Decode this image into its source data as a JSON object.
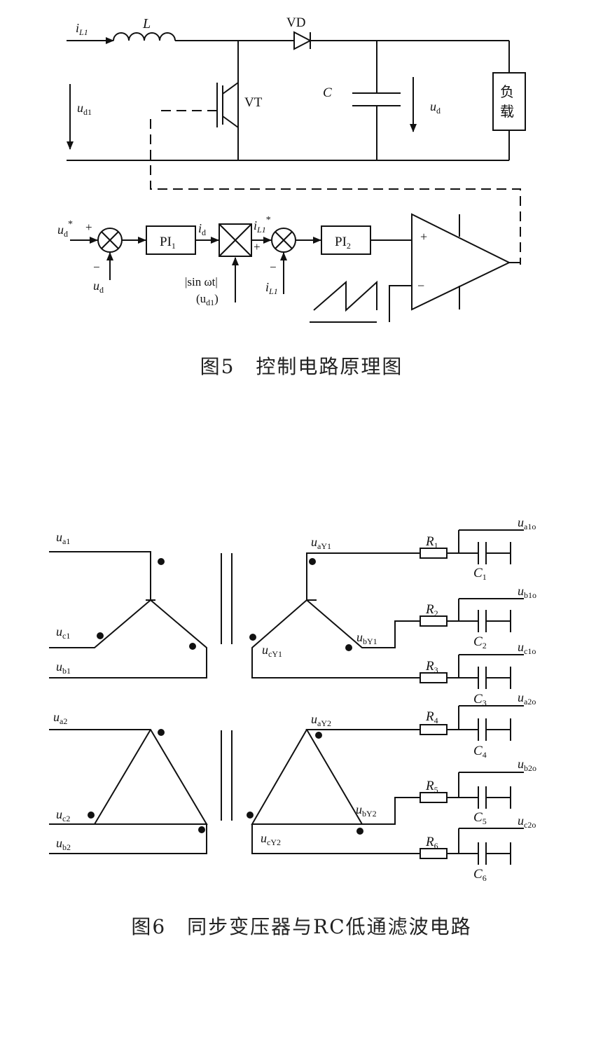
{
  "fig5": {
    "caption_num": "图5",
    "caption_text": "控制电路原理图",
    "labels": {
      "i": "i",
      "L1": "L1",
      "L": "L",
      "VD": "VD",
      "C": "C",
      "u": "u",
      "d1": "d1",
      "d": "d",
      "VT": "VT",
      "load1": "负",
      "load2": "载",
      "star": "*",
      "plus": "+",
      "minus": "−",
      "PI": "PI",
      "one": "1",
      "two": "2",
      "sin": "|sin ωt|",
      "ud1_open": "(u",
      "ud1_close": ")"
    }
  },
  "fig6": {
    "caption_num": "图6",
    "caption_text": "同步变压器与RC低通滤波电路",
    "labels": {
      "u": "u",
      "a1": "a1",
      "c1": "c1",
      "b1": "b1",
      "a2": "a2",
      "c2": "c2",
      "b2": "b2",
      "aY1": "aY1",
      "bY1": "bY1",
      "cY1": "cY1",
      "aY2": "aY2",
      "bY2": "bY2",
      "cY2": "cY2",
      "R": "R",
      "C": "C",
      "n1": "1",
      "n2": "2",
      "n3": "3",
      "n4": "4",
      "n5": "5",
      "n6": "6",
      "a1o": "a1o",
      "b1o": "b1o",
      "c1o": "c1o",
      "a2o": "a2o",
      "b2o": "b2o",
      "c2o": "c2o"
    }
  }
}
